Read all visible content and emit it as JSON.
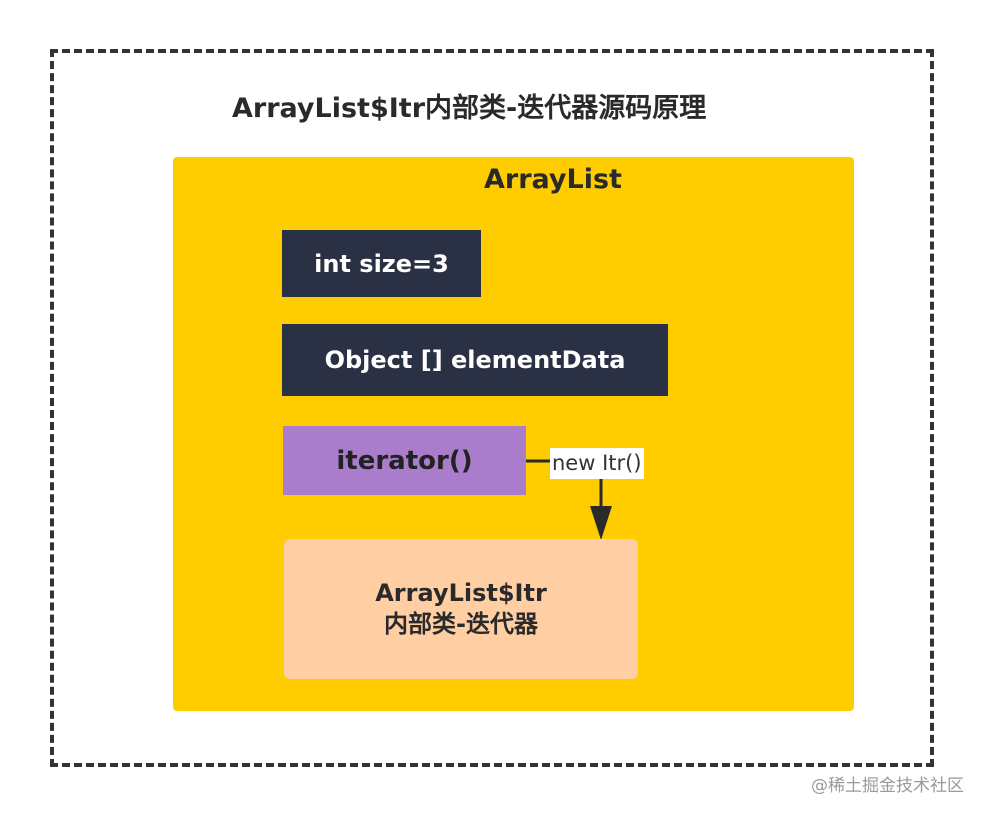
{
  "diagram": {
    "title": "ArrayList$Itr内部类-迭代器源码原理",
    "container": {
      "label": "ArrayList"
    },
    "fields": {
      "size": "int size=3",
      "element_data": "Object [] elementData"
    },
    "method": {
      "label": "iterator()"
    },
    "edge": {
      "label": "new Itr()"
    },
    "inner_class": {
      "line1": "ArrayList$Itr",
      "line2": "内部类-迭代器"
    }
  },
  "colors": {
    "container_fill": "#ffcc00",
    "field_fill": "#2b3144",
    "method_fill": "#a97ccc",
    "inner_class_fill": "#ffcea3",
    "frame_border": "#333333"
  },
  "watermark": "@稀土掘金技术社区"
}
